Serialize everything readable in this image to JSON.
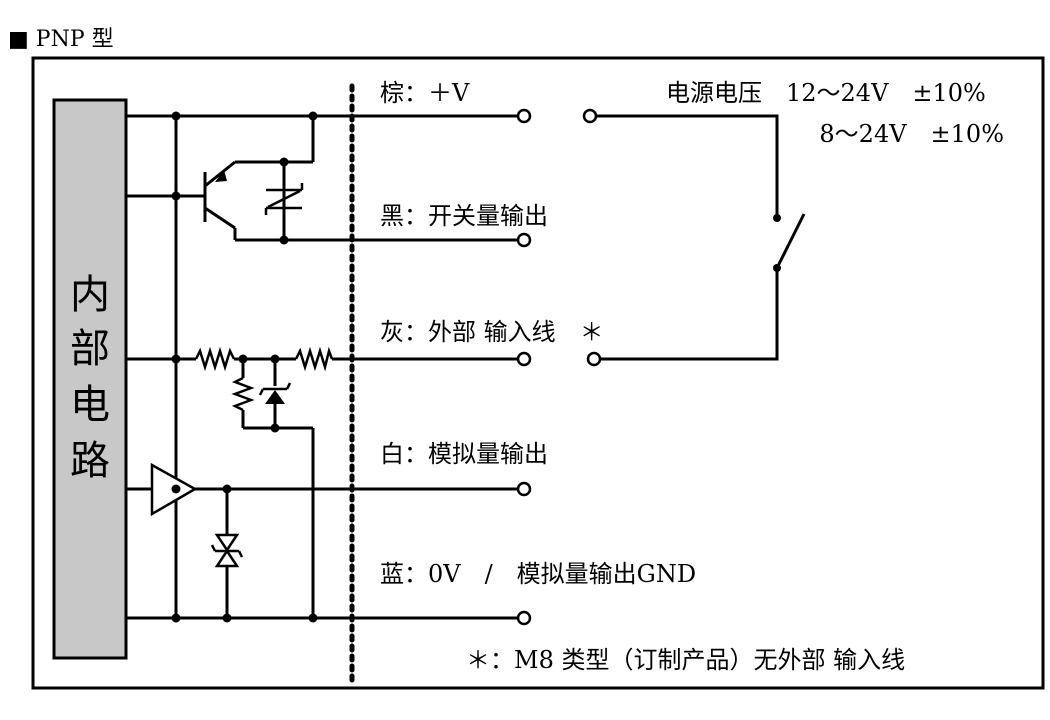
{
  "header": {
    "title": "■ PNP 型"
  },
  "block": {
    "lines": [
      "内",
      "部",
      "电",
      "路"
    ]
  },
  "wires": {
    "brown": "棕：＋V",
    "black": "黑：开关量输出",
    "gray": "灰：外部 输入线　＊",
    "white": "白：模拟量输出",
    "blue": "蓝：0V　/　模拟量输出GND"
  },
  "supply": {
    "line1": "电源电压　12～24V　±10%",
    "line2": "8～24V　±10%"
  },
  "footnote": "＊：M8 类型（订制产品）无外部 输入线",
  "colors": {
    "block_fill": "#c8c8c8",
    "line": "#000000"
  }
}
